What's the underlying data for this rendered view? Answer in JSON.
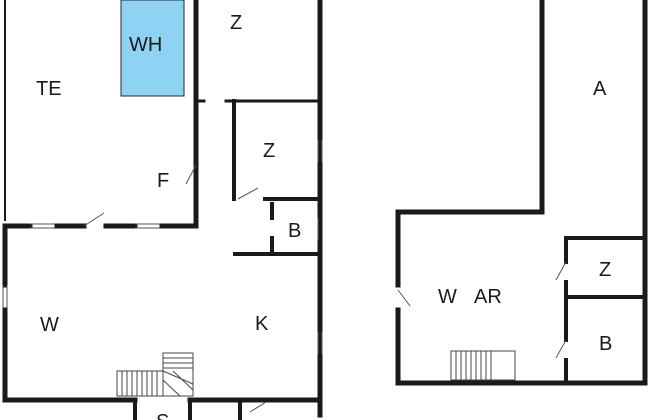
{
  "floorplan": {
    "accent_color": "#8fd3f4",
    "wall_color": "#1a1a1a",
    "ground_floor": {
      "rooms": {
        "te": "TE",
        "wh": "WH",
        "z_top": "Z",
        "z_mid": "Z",
        "f": "F",
        "b": "B",
        "w": "W",
        "k": "K",
        "partial_bottom": "S"
      }
    },
    "upper_floor": {
      "rooms": {
        "a": "A",
        "w": "W",
        "ar": "AR",
        "z": "Z",
        "b": "B"
      }
    }
  }
}
